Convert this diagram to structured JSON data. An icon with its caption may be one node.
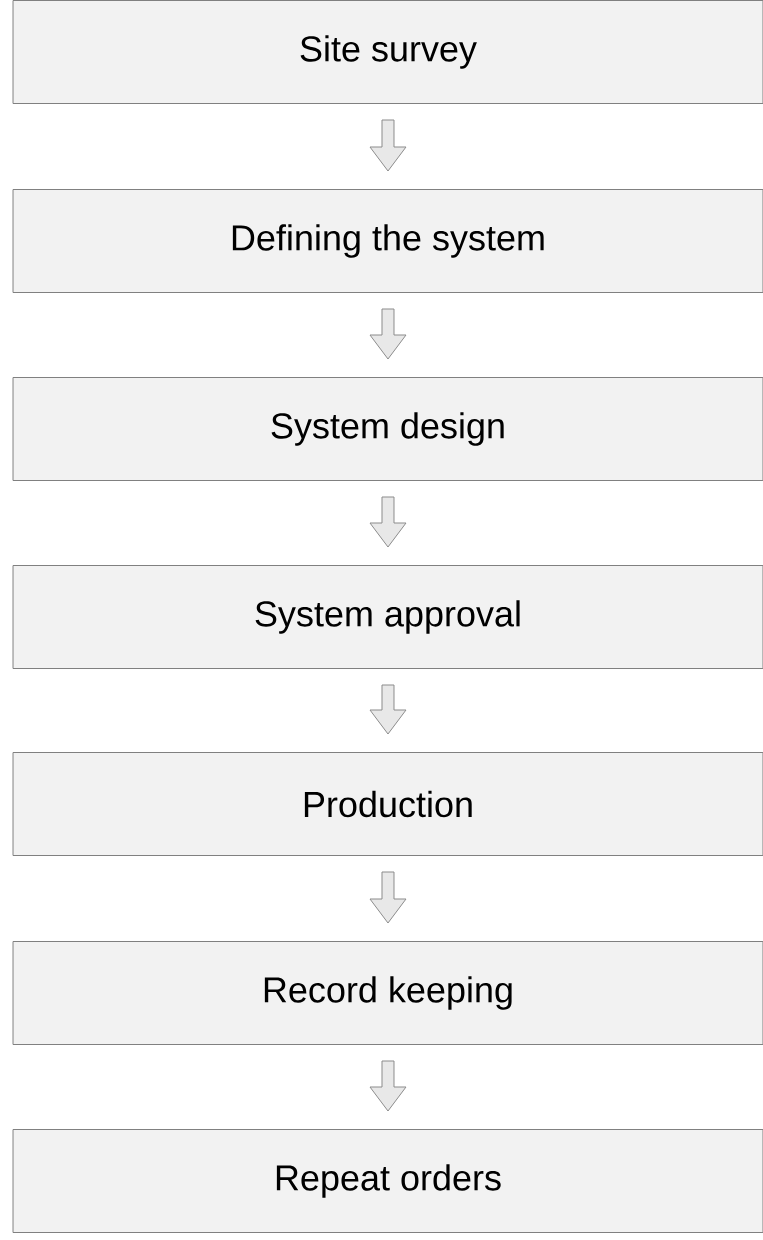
{
  "diagram": {
    "nodes": [
      {
        "text": [
          "Site survey"
        ]
      },
      {
        "text": [
          "Defining the system"
        ]
      },
      {
        "text": [
          "System design"
        ]
      },
      {
        "text": [
          "System approval"
        ]
      },
      {
        "text": [
          "Production"
        ]
      },
      {
        "text": [
          "Record keeping"
        ]
      },
      {
        "text": [
          "Repeat orders"
        ]
      }
    ],
    "edges": [
      {
        "from": 0,
        "to": 1,
        "arrow": "to"
      },
      {
        "from": 1,
        "to": 2,
        "arrow": "to"
      },
      {
        "from": 2,
        "to": 3,
        "arrow": "to"
      },
      {
        "from": 3,
        "to": 4,
        "arrow": "to"
      },
      {
        "from": 4,
        "to": 5,
        "arrow": "to"
      },
      {
        "from": 5,
        "to": 6,
        "arrow": "to"
      }
    ]
  }
}
